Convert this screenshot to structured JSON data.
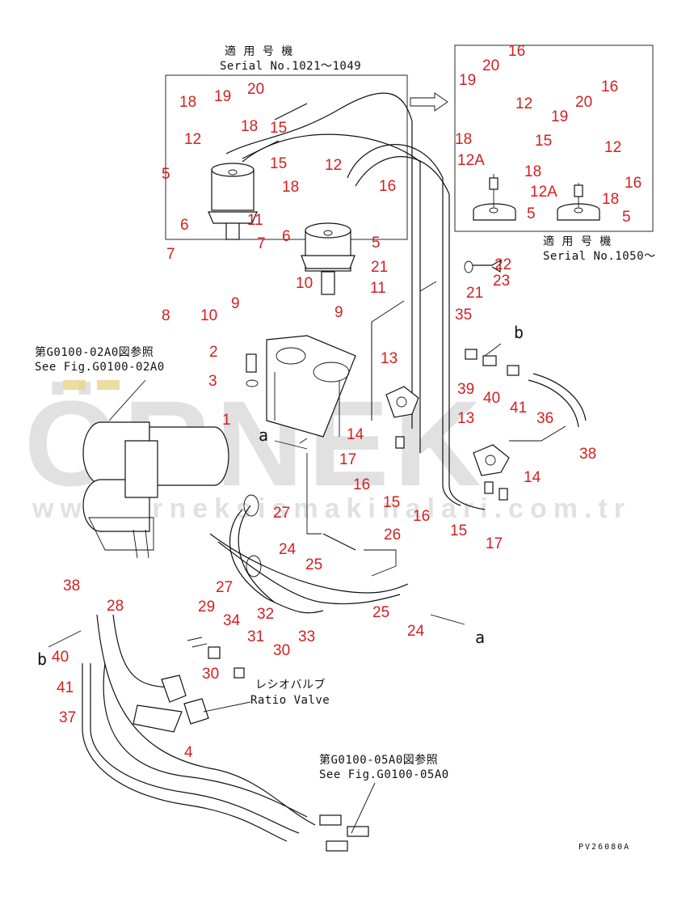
{
  "refs": {
    "top_box_jp": "適 用 号 機",
    "top_box_serial": "Serial No.1021～1049",
    "right_box_jp": "適 用 号 機",
    "right_box_serial": "Serial No.1050～",
    "fig02_jp": "第G0100-02A0図参照",
    "fig02_en": "See Fig.G0100-02A0",
    "fig05_jp": "第G0100-05A0図参照",
    "fig05_en": "See Fig.G0100-05A0",
    "ratio_jp": "レシオバルブ",
    "ratio_en": "Ratio Valve",
    "drawing_code": "PV26080A"
  },
  "flow_markers": [
    "a",
    "a",
    "b",
    "b"
  ],
  "part_numbers": [
    "16",
    "20",
    "19",
    "18",
    "12",
    "12A",
    "15",
    "19",
    "20",
    "18",
    "12",
    "16",
    "18",
    "12A",
    "5",
    "5",
    "16",
    "18",
    "19",
    "20",
    "15",
    "12",
    "15",
    "18",
    "12",
    "16",
    "5",
    "18",
    "11",
    "5",
    "6",
    "7",
    "6",
    "7",
    "10",
    "21",
    "22",
    "23",
    "21",
    "11",
    "8",
    "10",
    "9",
    "9",
    "35",
    "2",
    "13",
    "39",
    "40",
    "41",
    "3",
    "1",
    "36",
    "13",
    "14",
    "17",
    "16",
    "15",
    "38",
    "16",
    "14",
    "15",
    "17",
    "27",
    "26",
    "24",
    "25",
    "27",
    "32",
    "25",
    "24",
    "33",
    "38",
    "28",
    "29",
    "34",
    "31",
    "30",
    "40",
    "30",
    "41",
    "37",
    "4"
  ],
  "watermark": {
    "brand": "ÖRNEK",
    "url": "www.orneksismakinalari.com.tr"
  },
  "colors": {
    "label": "#d41f1f",
    "line": "#111111",
    "watermark": "#c9c9c9",
    "watermark_accent": "#e8d48a"
  }
}
